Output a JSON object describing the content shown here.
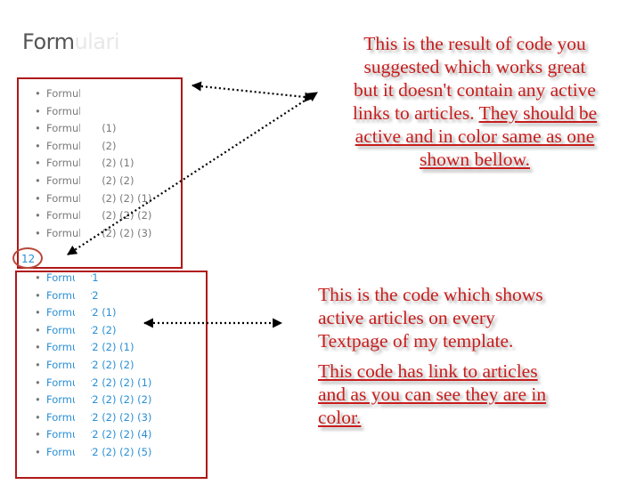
{
  "page_title": {
    "visible": "Form",
    "faded": "ulari"
  },
  "top_list": {
    "items": [
      "Formular1",
      "Formular2",
      "Formular2 (1)",
      "Formular2 (2)",
      "Formular2 (2) (1)",
      "Formular2 (2) (2)",
      "Formular2 (2) (2) (1)",
      "Formular2 (2) (2) (2)",
      "Formular2 (2) (2) (3)"
    ]
  },
  "count_label": "12",
  "bottom_list": {
    "items": [
      "Formular1",
      "Formular2",
      "Formular2 (1)",
      "Formular2 (2)",
      "Formular2 (2) (1)",
      "Formular2 (2) (2)",
      "Formular2 (2) (2) (1)",
      "Formular2 (2) (2) (2)",
      "Formular2 (2) (2) (3)",
      "Formular2 (2) (2) (4)",
      "Formular2 (2) (2) (5)"
    ]
  },
  "note_top": {
    "line1": "This is the result of code you",
    "line2": "suggested which works great",
    "line3": "but it doesn't contain any active",
    "line4_plain": "links to articles. ",
    "line4_underlined": "They should be",
    "line5": "active and in color same as one",
    "line6": "shown bellow."
  },
  "note_bottom": {
    "line1": "This is the code which shows",
    "line2": "active articles on every",
    "line3": "Textpage of my template.",
    "line4": "This code has link to articles",
    "line5": "and as you can see they are in",
    "line6": "color."
  },
  "colors": {
    "annotation_text": "#c81c1c",
    "box_border": "#b01818",
    "link_blue": "#2a8fd4",
    "inactive_grey": "#7a7a7a"
  }
}
